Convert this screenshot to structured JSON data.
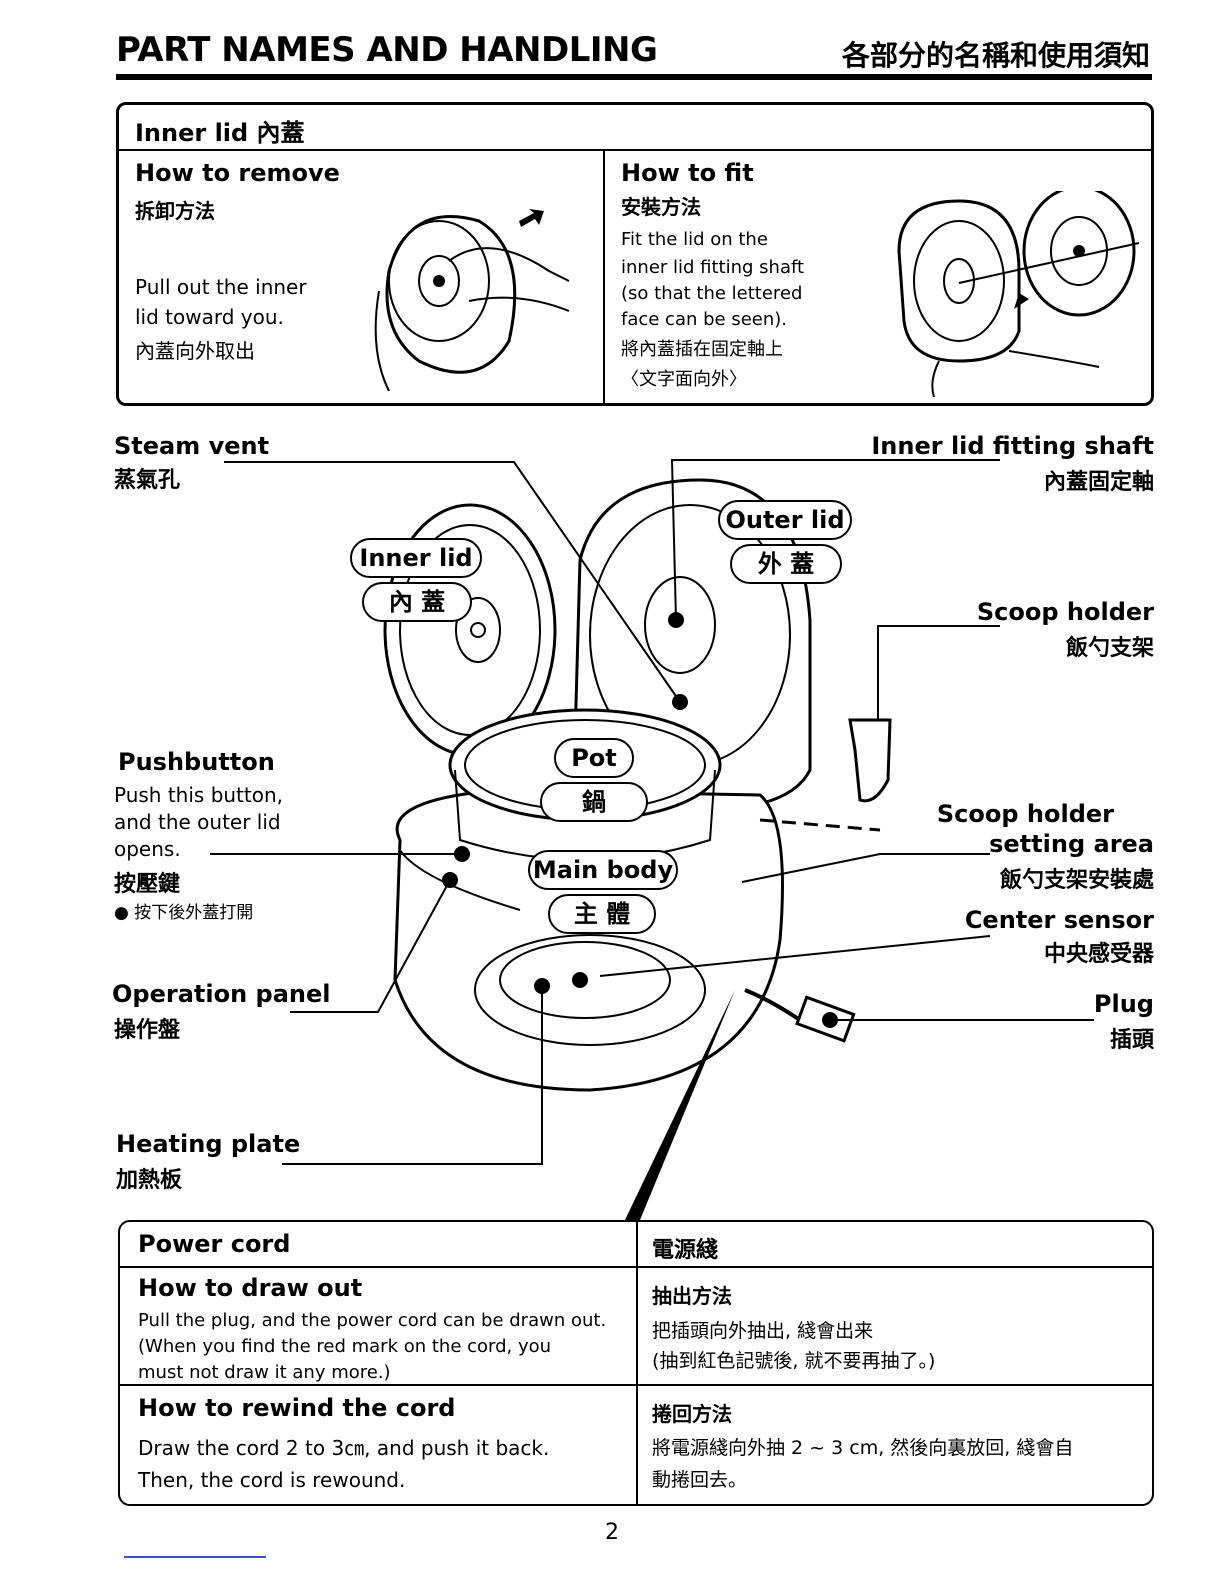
{
  "header": {
    "title_en": "PART NAMES AND HANDLING",
    "title_zh": "各部分的名稱和使用須知"
  },
  "inner_lid_box": {
    "title": "Inner lid 內蓋",
    "remove": {
      "heading": "How to remove",
      "heading_zh": "拆卸方法",
      "text1": "Pull out the inner",
      "text2": "lid toward you.",
      "text_zh": "內蓋向外取出"
    },
    "fit": {
      "heading": "How to fit",
      "heading_zh": "安裝方法",
      "lines": [
        "Fit the lid on the",
        "inner lid fitting shaft",
        "(so that the lettered",
        "face can be seen)."
      ],
      "zh1": "將內蓋插在固定軸上",
      "zh2": "〈文字面向外〉"
    }
  },
  "labels": {
    "steam_vent": "Steam vent",
    "steam_vent_zh": "蒸氣孔",
    "inner_lid_shaft": "Inner lid fitting shaft",
    "inner_lid_shaft_zh": "內蓋固定軸",
    "outer_lid": "Outer lid",
    "outer_lid_zh": "外 蓋",
    "inner_lid": "Inner lid",
    "inner_lid_zh": "內 蓋",
    "scoop_holder": "Scoop holder",
    "scoop_holder_zh": "飯勺支架",
    "pushbutton": "Pushbutton",
    "pushbutton_desc": [
      "Push this button,",
      "and the outer lid",
      "opens."
    ],
    "pushbutton_zh": "按壓鍵",
    "pushbutton_zh_desc": "● 按下後外蓋打開",
    "pot": "Pot",
    "pot_zh": "鍋",
    "scoop_area1": "Scoop holder",
    "scoop_area2": "setting area",
    "scoop_area_zh": "飯勺支架安裝處",
    "main_body": "Main body",
    "main_body_zh": "主 體",
    "center_sensor": "Center sensor",
    "center_sensor_zh": "中央感受器",
    "operation_panel": "Operation panel",
    "operation_panel_zh": "操作盤",
    "plug": "Plug",
    "plug_zh": "插頭",
    "heating_plate": "Heating plate",
    "heating_plate_zh": "加熱板"
  },
  "power_cord": {
    "title": "Power cord",
    "title_zh": "電源綫",
    "draw_heading": "How to draw out",
    "draw_lines": [
      "Pull the plug, and the power cord can be drawn out.",
      "(When you find the red mark on the cord, you",
      "must not draw it any more.)"
    ],
    "draw_heading_zh": "抽出方法",
    "draw_zh": [
      "把插頭向外抽出, 綫會出来",
      "(抽到紅色記號後, 就不要再抽了。)"
    ],
    "rewind_heading": "How to rewind the cord",
    "rewind_lines": [
      "Draw the cord 2 to 3㎝, and push it back.",
      "Then, the cord is rewound."
    ],
    "rewind_heading_zh": "捲回方法",
    "rewind_zh": [
      "將電源綫向外抽 2 ~ 3 cm, 然後向裏放回, 綫會自",
      "動捲回去。"
    ]
  },
  "page_number": "2"
}
